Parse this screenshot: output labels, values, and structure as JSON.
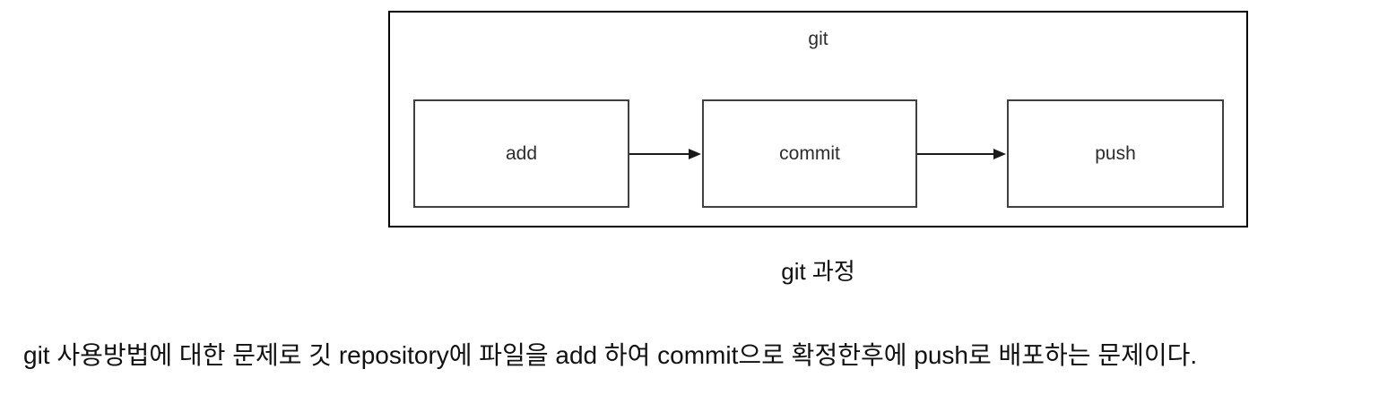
{
  "page": {
    "background_color": "#ffffff",
    "text_color": "#111111"
  },
  "diagram": {
    "type": "flowchart",
    "container_label": "git",
    "nodes": [
      {
        "id": "add",
        "label": "add"
      },
      {
        "id": "commit",
        "label": "commit"
      },
      {
        "id": "push",
        "label": "push"
      }
    ],
    "arrows": [
      {
        "from": "add",
        "to": "commit"
      },
      {
        "from": "commit",
        "to": "push"
      }
    ],
    "container_border_color": "#000000",
    "node_border_color": "#404040",
    "arrow_color": "#1a1a1a",
    "label_color": "#2d2d2d"
  },
  "caption": {
    "text": "git 과정"
  },
  "description": {
    "text": "git 사용방법에 대한 문제로 깃 repository에 파일을 add 하여 commit으로 확정한후에 push로 배포하는 문제이다."
  }
}
